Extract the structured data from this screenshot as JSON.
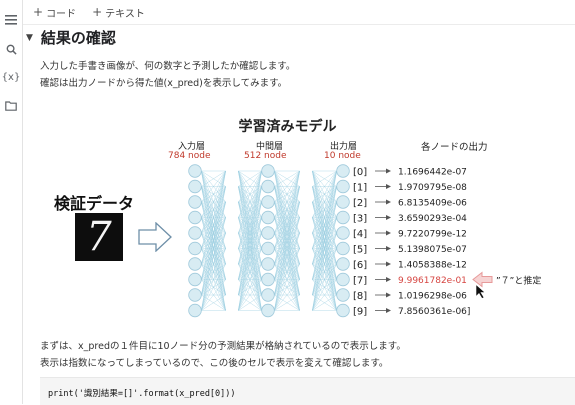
{
  "toolbar": {
    "code_label": "コード",
    "text_label": "テキスト"
  },
  "sidebar": {
    "icons": [
      "menu-icon",
      "search-icon",
      "variables-icon",
      "folder-icon"
    ],
    "variables_label": "{x}"
  },
  "section": {
    "heading": "結果の確認",
    "intro_line1": "入力した手書き画像が、何の数字と予測したか確認します。",
    "intro_line2": "確認は出力ノードから得た値(x_pred)を表示してみます。",
    "outro_line1": "まずは、x_predの１件目に10ノード分の予測結果が格納されているので表示します。",
    "outro_line2": "表示は指数になってしまっているので、この後のセルで表示を変えて確認します。"
  },
  "figure": {
    "title": "学習済みモデル",
    "input_label": "入力層",
    "input_count": "784 node",
    "hidden_label": "中間層",
    "hidden_count": "512 node",
    "output_label": "出力層",
    "output_count": "10 node",
    "outputs_header": "各ノードの出力",
    "verification_label": "検証データ",
    "digit": "7",
    "indices": [
      "[0]",
      "[1]",
      "[2]",
      "[3]",
      "[4]",
      "[5]",
      "[6]",
      "[7]",
      "[8]",
      "[9]"
    ],
    "values": [
      "1.1696442e-07",
      "1.9709795e-08",
      "6.8135409e-06",
      "3.6590293e-04",
      "9.7220799e-12",
      "5.1398075e-07",
      "1.4058388e-12",
      "9.9961782e-01",
      "1.0196298e-06",
      "7.8560361e-06]"
    ],
    "highlight_index": 7,
    "estimate_label": "”７”と推定"
  },
  "code_cell": {
    "code": "print('識別結果=[]'.format(x_pred[0]))"
  },
  "colors": {
    "highlight": "#d64541",
    "node": "#d8ecf3",
    "node_stroke": "#9fc9db",
    "line": "#9fd0e2",
    "arrow": "#e79a9a"
  }
}
